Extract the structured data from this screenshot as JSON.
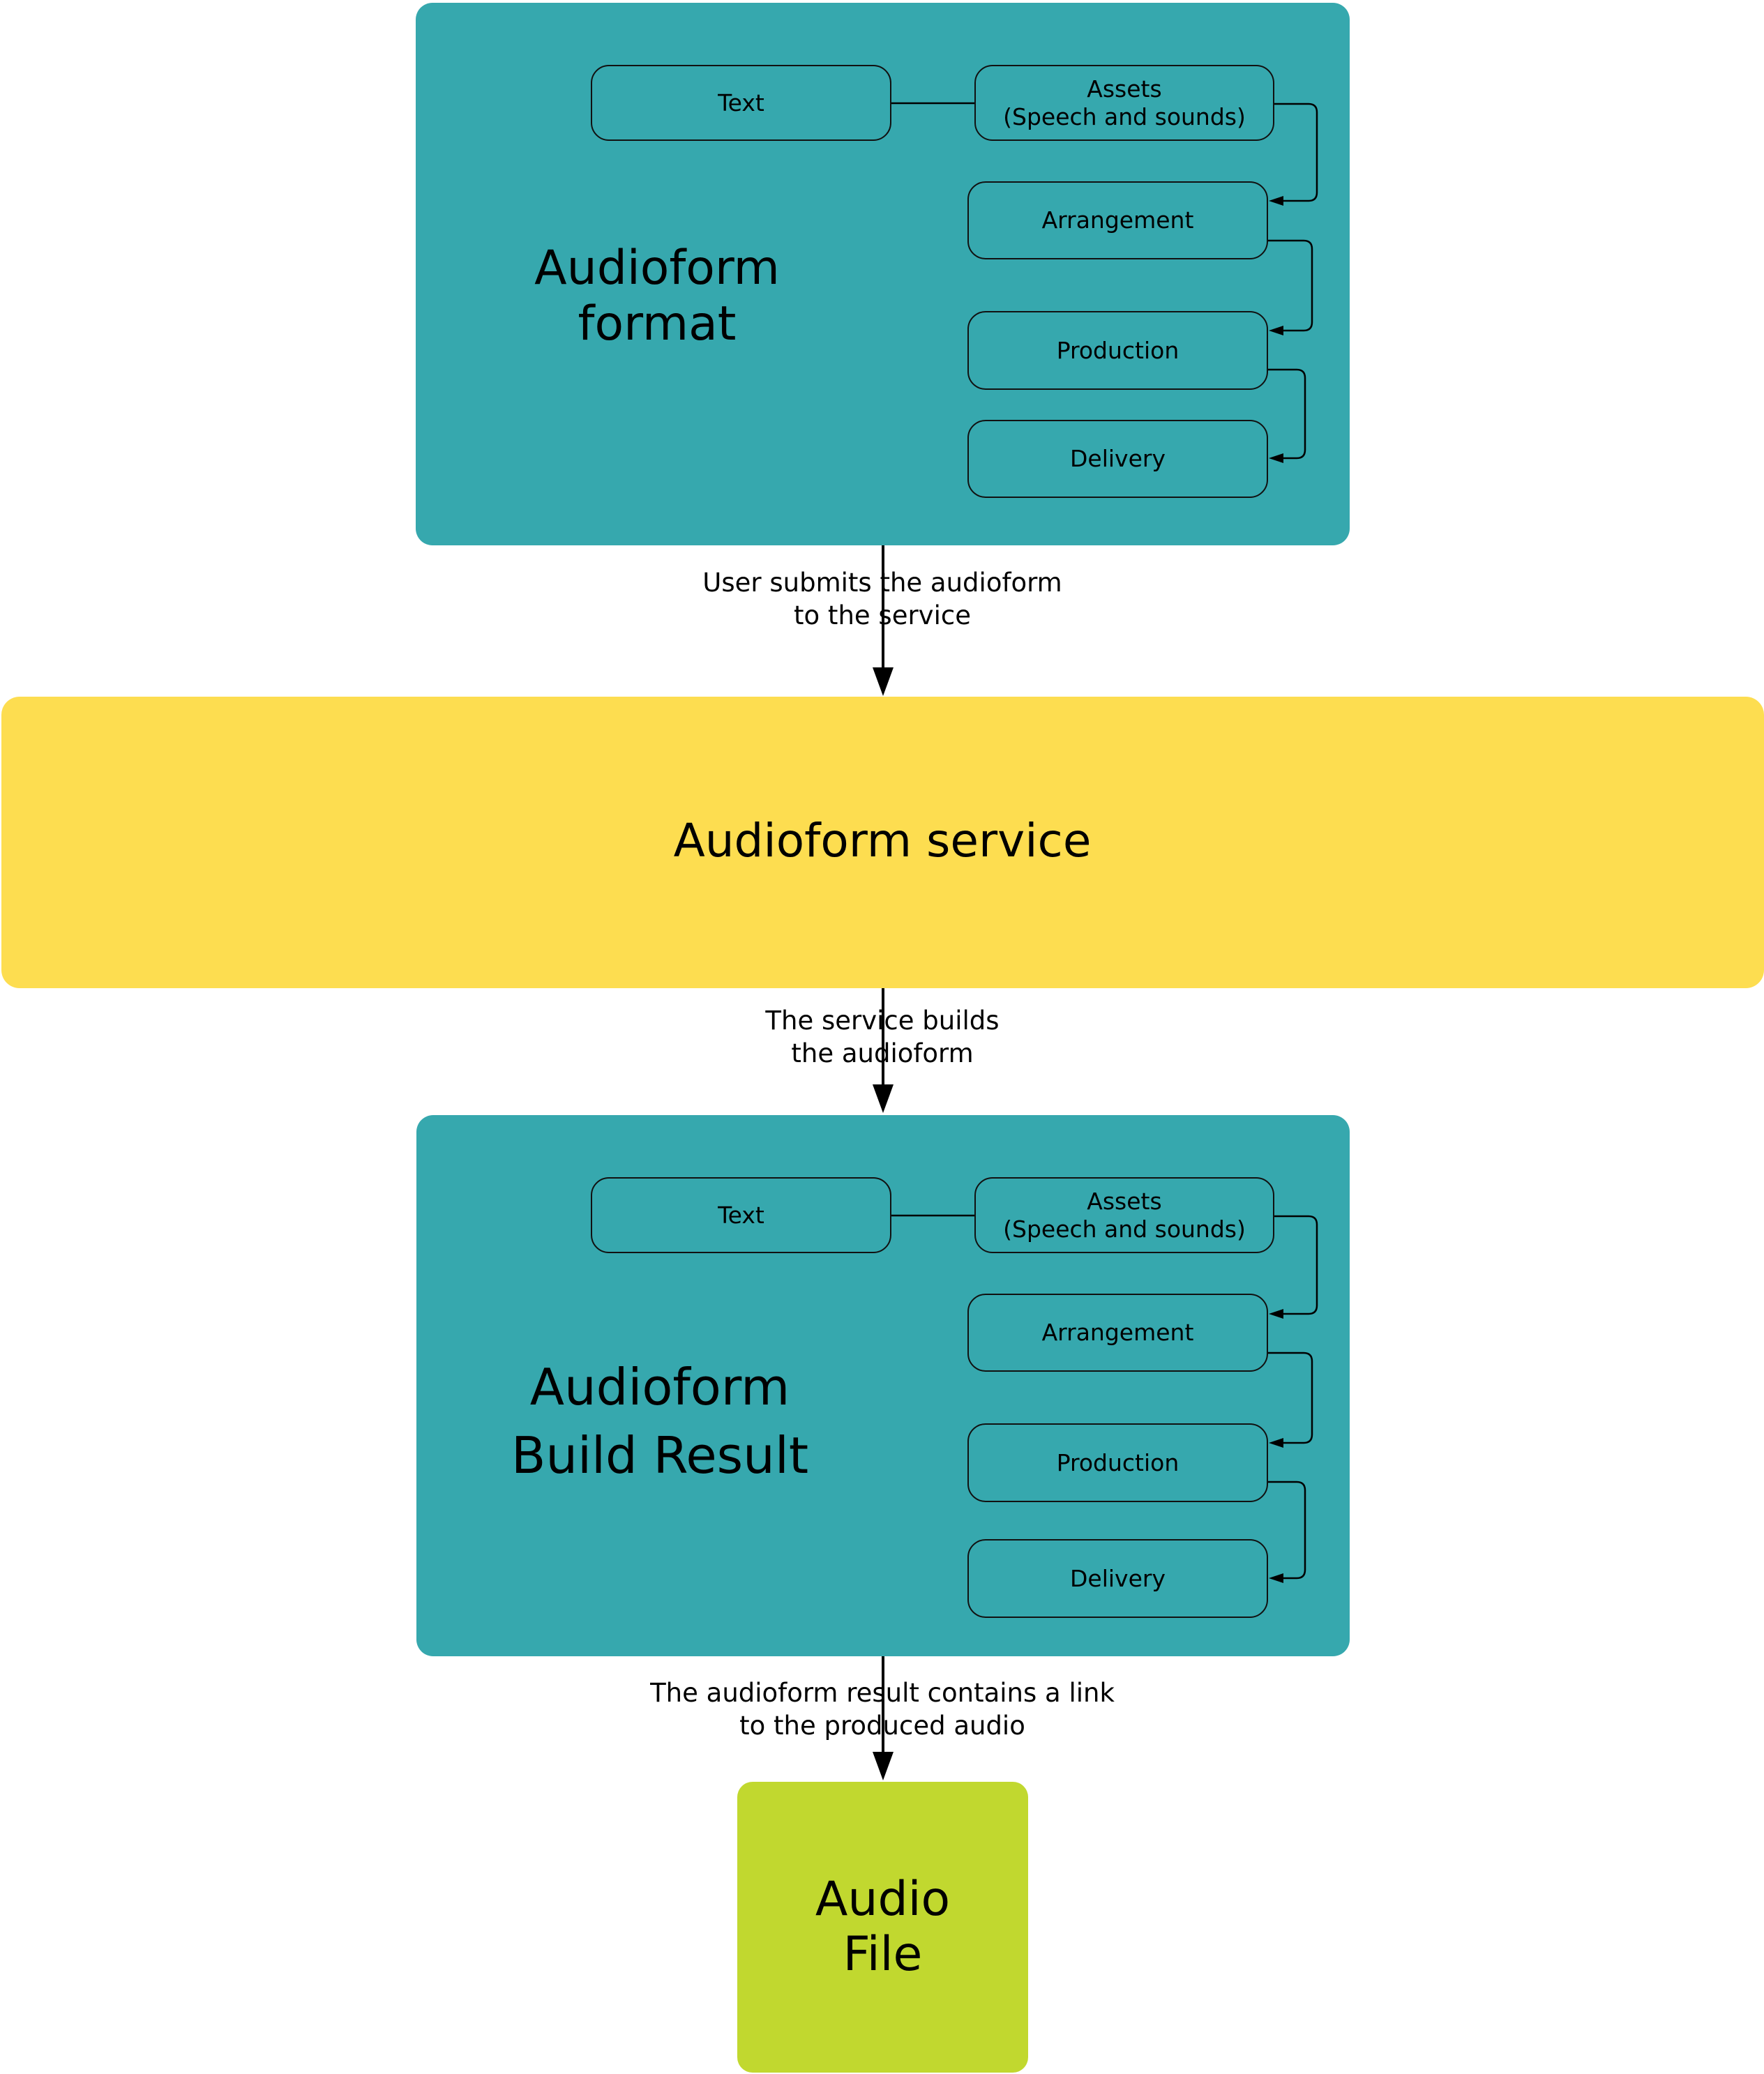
{
  "colors": {
    "format_panel": "#36A8AE",
    "service_panel": "#FDDD50",
    "audio_file_panel": "#C1D82F",
    "line": "#000000"
  },
  "format_panel": {
    "title": "Audioform\nformat",
    "nodes": {
      "text": "Text",
      "assets": "Assets\n(Speech and sounds)",
      "arrangement": "Arrangement",
      "production": "Production",
      "delivery": "Delivery"
    }
  },
  "edge_submit": {
    "label": "User submits the audioform\nto the service"
  },
  "service_panel": {
    "title": "Audioform service"
  },
  "edge_build": {
    "label": "The service builds\nthe audioform"
  },
  "result_panel": {
    "title": "Audioform\nBuild Result",
    "nodes": {
      "text": "Text",
      "assets": "Assets\n(Speech and sounds)",
      "arrangement": "Arrangement",
      "production": "Production",
      "delivery": "Delivery"
    }
  },
  "edge_link": {
    "label": "The audioform result contains a link\nto the produced audio"
  },
  "audio_file_panel": {
    "title": "Audio\nFile"
  }
}
